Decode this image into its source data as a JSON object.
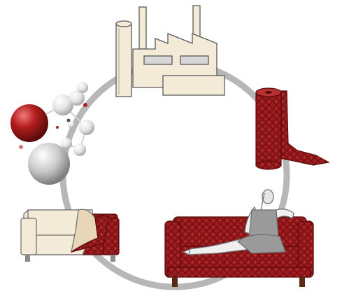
{
  "diagram": {
    "type": "cycle",
    "stages": [
      {
        "id": "factory",
        "icon": "factory-icon"
      },
      {
        "id": "fabric-roll",
        "icon": "fabric-roll-icon"
      },
      {
        "id": "sofa-with-woman",
        "icon": "sofa-with-woman-icon"
      },
      {
        "id": "sofa-reupholster",
        "icon": "sofa-reupholster-icon"
      },
      {
        "id": "molecule",
        "icon": "molecule-icon"
      }
    ],
    "colors": {
      "ring": "#b7b7b7",
      "fabric": "#9e1b1f",
      "fabric_dark": "#6e0f12",
      "cream": "#f3ead8",
      "outline": "#5a5a5a",
      "sphere_red": "#b41e1e",
      "sphere_grey": "#c9c9c9"
    }
  }
}
